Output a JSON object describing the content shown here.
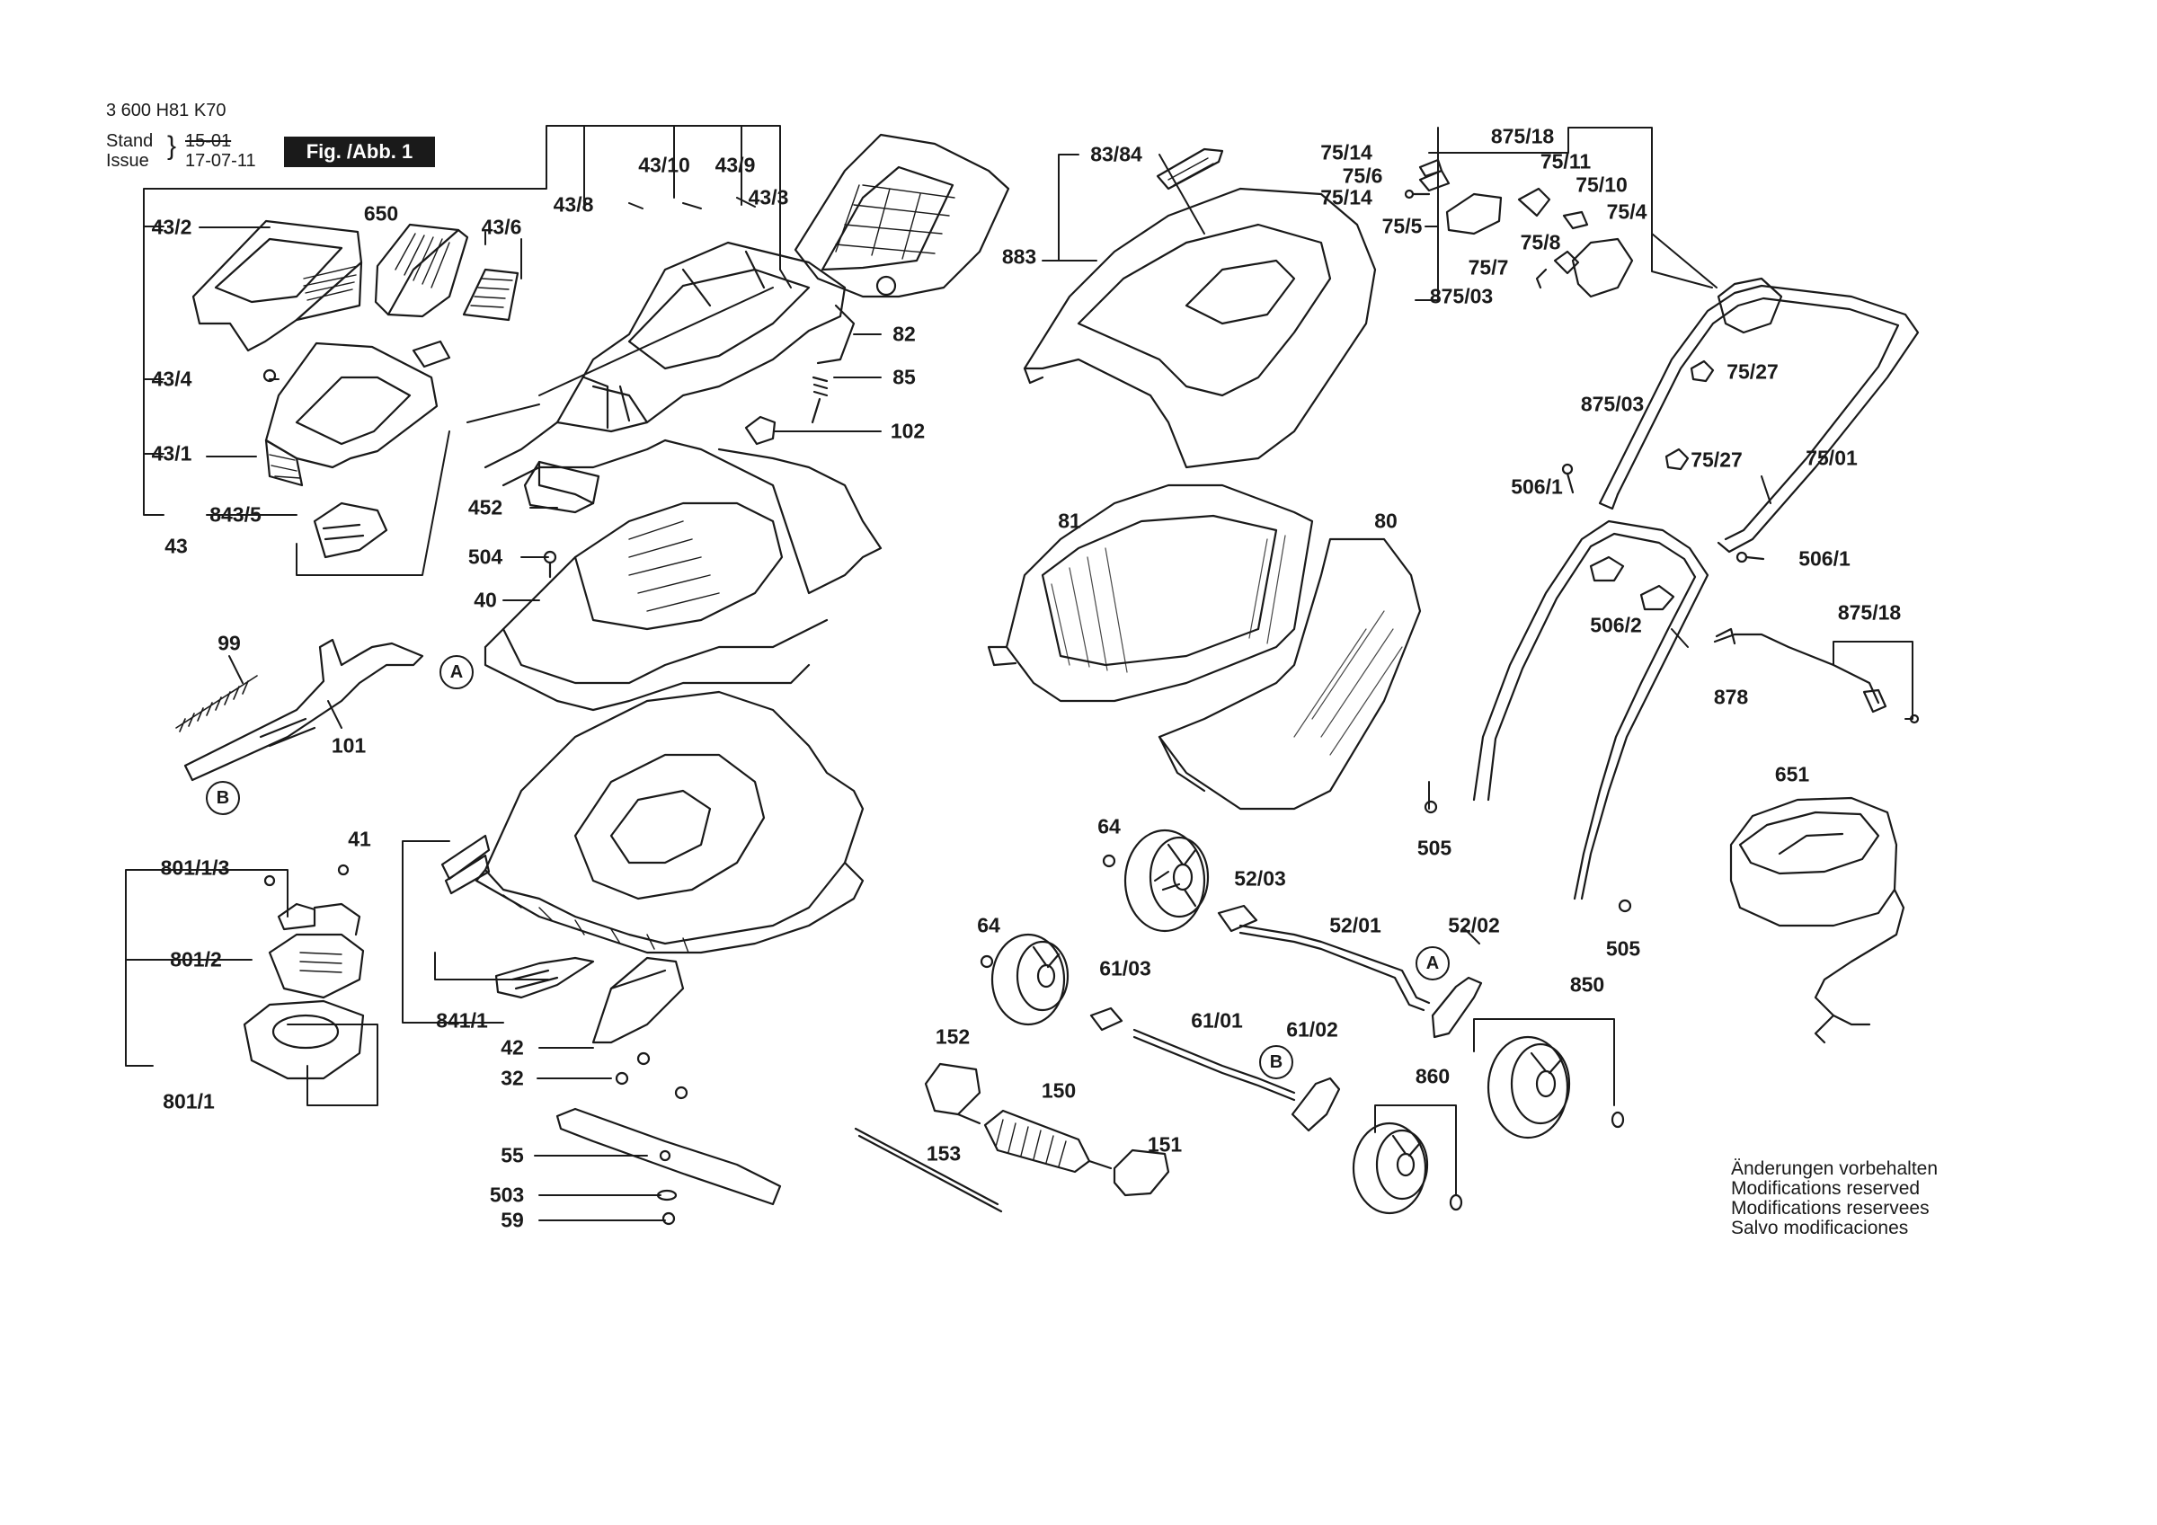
{
  "header": {
    "doc_number": "3 600 H81 K70",
    "stand_label": "Stand",
    "issue_label": "Issue",
    "stand_value": "15-01",
    "issue_value": "17-07-11",
    "figure_label": "Fig. /Abb. 1"
  },
  "notice": {
    "line1": "Änderungen vorbehalten",
    "line2": "Modifications reserved",
    "line3": "Modifications reservees",
    "line4": "Salvo modificaciones"
  },
  "refs": {
    "a": "A",
    "b": "B"
  },
  "parts": [
    "43/2",
    "650",
    "43/6",
    "43/10",
    "43/9",
    "43/8",
    "43/3",
    "43/4",
    "43/1",
    "843/5",
    "43",
    "82",
    "85",
    "102",
    "452",
    "504",
    "40",
    "99",
    "101",
    "41",
    "801/1/3",
    "801/2",
    "801/1",
    "841/1",
    "42",
    "32",
    "55",
    "503",
    "59",
    "83/84",
    "883",
    "81",
    "80",
    "75/14",
    "875/18",
    "75/6",
    "75/11",
    "75/10",
    "75/5",
    "75/4",
    "75/8",
    "75/7",
    "875/03",
    "75/27",
    "75/01",
    "506/1",
    "506/2",
    "878",
    "505",
    "651",
    "64",
    "52/03",
    "52/01",
    "52/02",
    "61/03",
    "61/01",
    "61/02",
    "152",
    "150",
    "151",
    "153",
    "850",
    "860"
  ]
}
